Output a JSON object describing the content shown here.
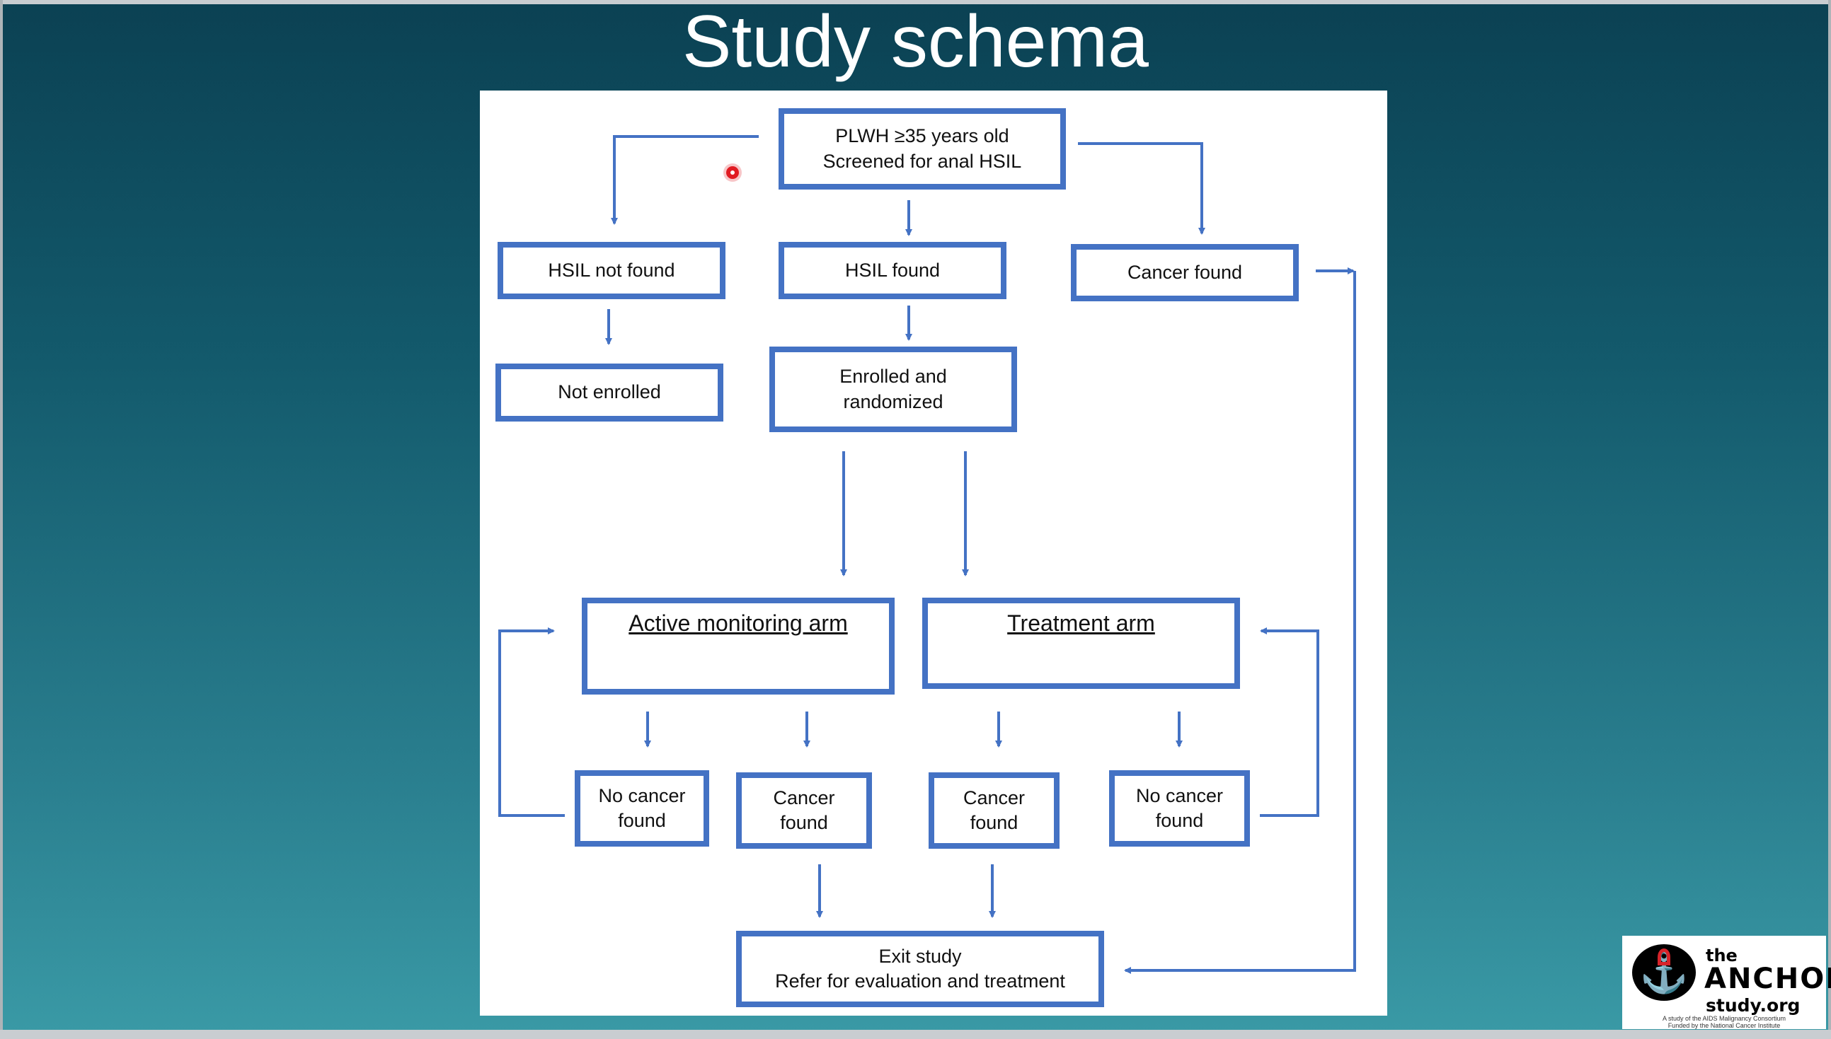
{
  "slide": {
    "title": "Study schema"
  },
  "flowchart": {
    "nodes": {
      "screened": "PLWH ≥35 years old\nScreened for anal HSIL",
      "hsil_not_found": "HSIL not found",
      "hsil_found": "HSIL found",
      "cancer_found_top": "Cancer found",
      "not_enrolled": "Not enrolled",
      "enrolled": "Enrolled and\nrandomized",
      "active_arm": "Active monitoring arm",
      "treatment_arm": "Treatment arm",
      "am_no_cancer": "No cancer\nfound",
      "am_cancer": "Cancer\nfound",
      "tr_cancer": "Cancer\nfound",
      "tr_no_cancer": "No cancer\nfound",
      "exit": "Exit study\nRefer for evaluation and treatment"
    },
    "colors": {
      "box_border": "#4472c4",
      "arrow": "#4472c4"
    }
  },
  "logo": {
    "the": "the",
    "name": "ANCHOR",
    "site": "study.org",
    "fine_print": "A study of the AIDS Malignancy Consortium\nFunded by the National Cancer Institute"
  }
}
